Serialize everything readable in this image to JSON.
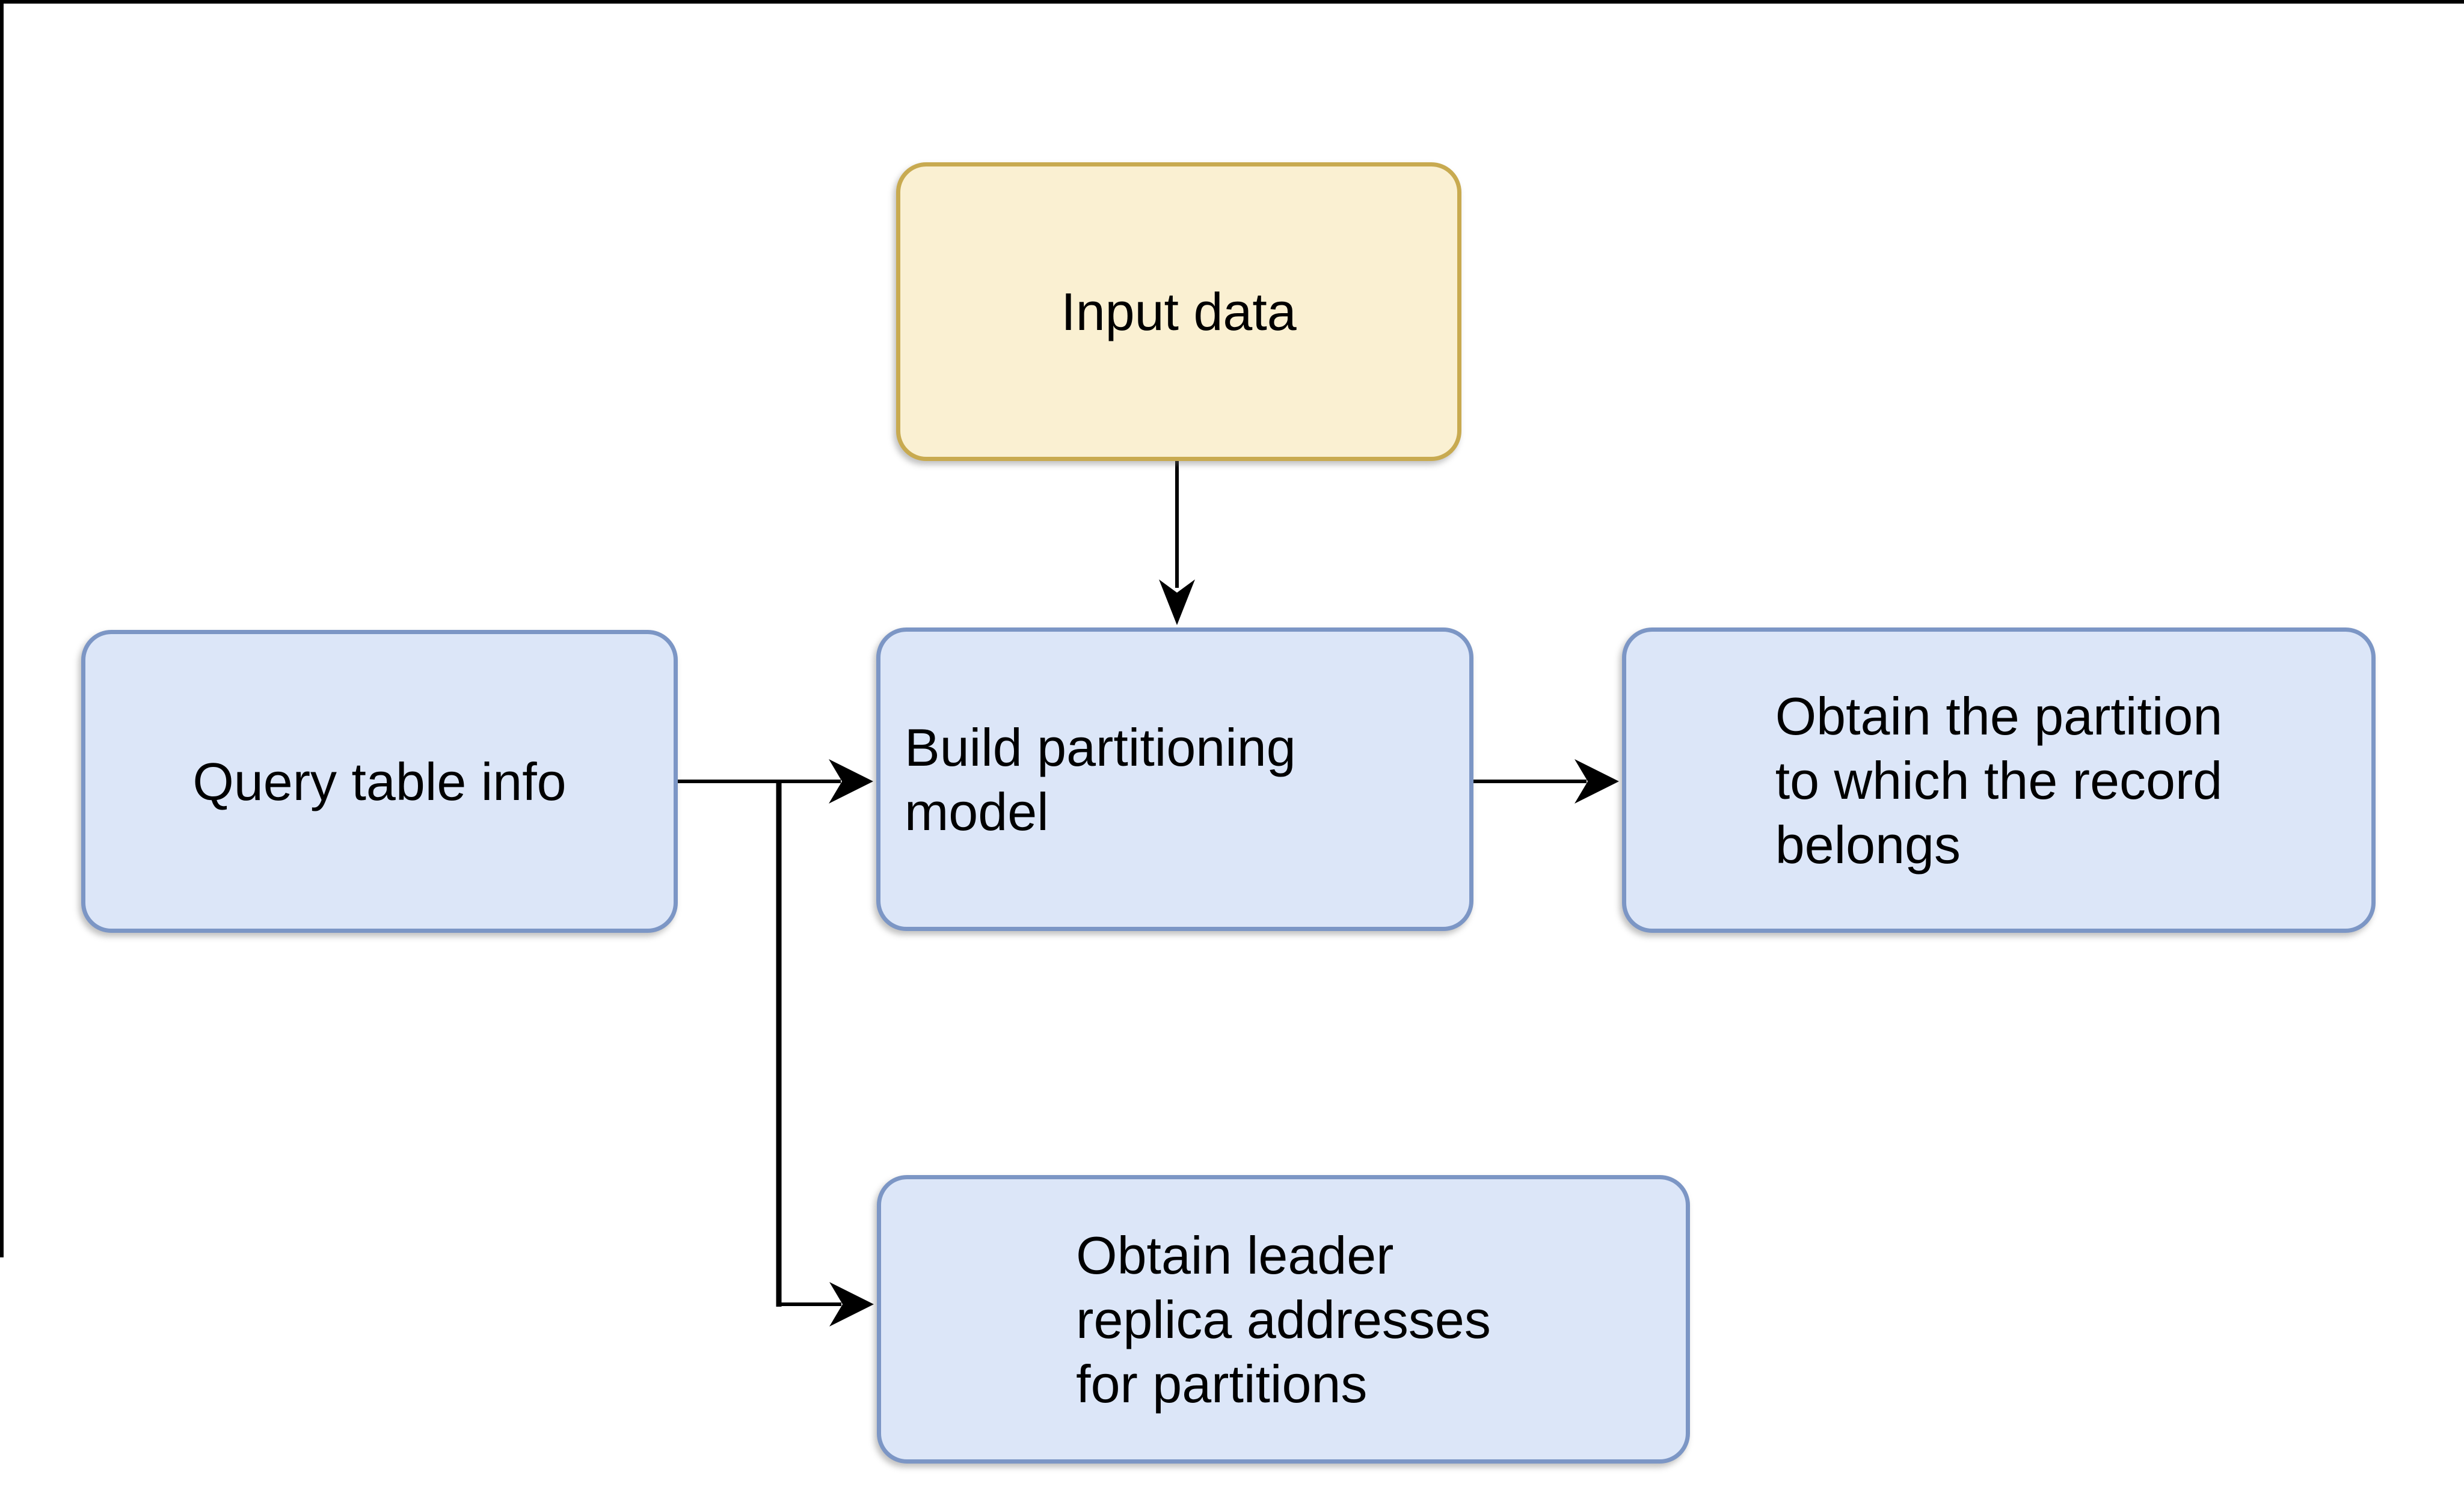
{
  "diagram": {
    "background": "#FFFFFF",
    "frame_color": "#000000",
    "arrow_color": "#000000",
    "text_color": "#000000",
    "node_colors": {
      "start_fill": "#FAF0D2",
      "start_border": "#C8AA50",
      "process_fill": "#DCE6F8",
      "process_border": "#7C96C5"
    },
    "nodes": {
      "input_data": {
        "lines": [
          "Input data"
        ],
        "fill": "#FAF0D2",
        "border": "#C8AA50",
        "shape": "rounded-rectangle"
      },
      "query_table_info": {
        "lines": [
          "Query table info"
        ],
        "fill": "#DCE6F8",
        "border": "#7C96C5",
        "shape": "rounded-rectangle"
      },
      "build_partitioning_model": {
        "lines": [
          "Build partitioning",
          "model"
        ],
        "fill": "#DCE6F8",
        "border": "#7C96C5",
        "shape": "rounded-rectangle"
      },
      "obtain_partition": {
        "lines": [
          "Obtain the partition",
          "to which the record",
          "belongs"
        ],
        "fill": "#DCE6F8",
        "border": "#7C96C5",
        "shape": "rounded-rectangle"
      },
      "obtain_leader_replicas": {
        "lines": [
          "Obtain leader",
          "replica addresses",
          "for partitions"
        ],
        "fill": "#DCE6F8",
        "border": "#7C96C5",
        "shape": "rounded-rectangle"
      }
    },
    "edges": [
      {
        "from": "input_data",
        "to": "build_partitioning_model",
        "style": "arrow"
      },
      {
        "from": "query_table_info",
        "to": "build_partitioning_model",
        "style": "arrow"
      },
      {
        "from": "build_partitioning_model",
        "to": "obtain_partition",
        "style": "arrow"
      },
      {
        "from": "query_table_info",
        "to": "obtain_leader_replicas",
        "style": "elbow-arrow"
      }
    ]
  }
}
